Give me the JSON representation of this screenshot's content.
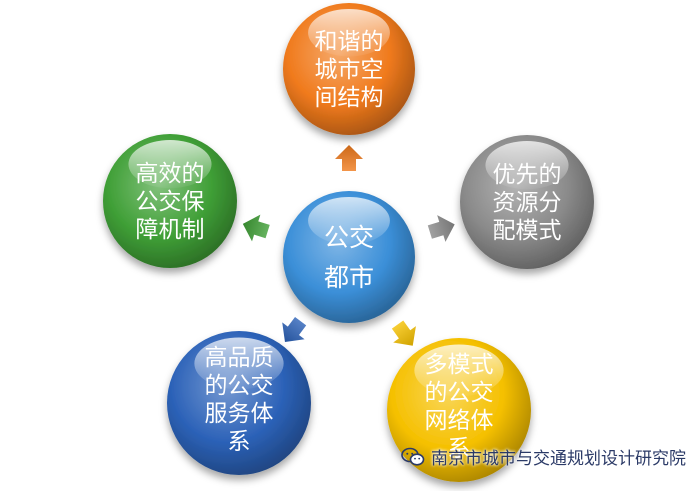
{
  "center": {
    "lines": [
      "公交",
      "都市"
    ],
    "color": "#3b8fd8"
  },
  "nodes": [
    {
      "id": "top",
      "lines": [
        "和谐的",
        "城市空",
        "间结构"
      ],
      "color": "#f07a1c"
    },
    {
      "id": "right",
      "lines": [
        "优先的",
        "资源分",
        "配模式"
      ],
      "color": "#8a8a8a"
    },
    {
      "id": "bottom-right",
      "lines": [
        "多模式",
        "的公交",
        "网络体",
        "系"
      ],
      "color": "#f5c000"
    },
    {
      "id": "bottom-left",
      "lines": [
        "高品质",
        "的公交",
        "服务体",
        "系"
      ],
      "color": "#2c62b8"
    },
    {
      "id": "left",
      "lines": [
        "高效的",
        "公交保",
        "障机制"
      ],
      "color": "#3f9f36"
    }
  ],
  "watermark": {
    "text": "南京市城市与交通规划设计研究院",
    "icon": "wechat-icon"
  }
}
